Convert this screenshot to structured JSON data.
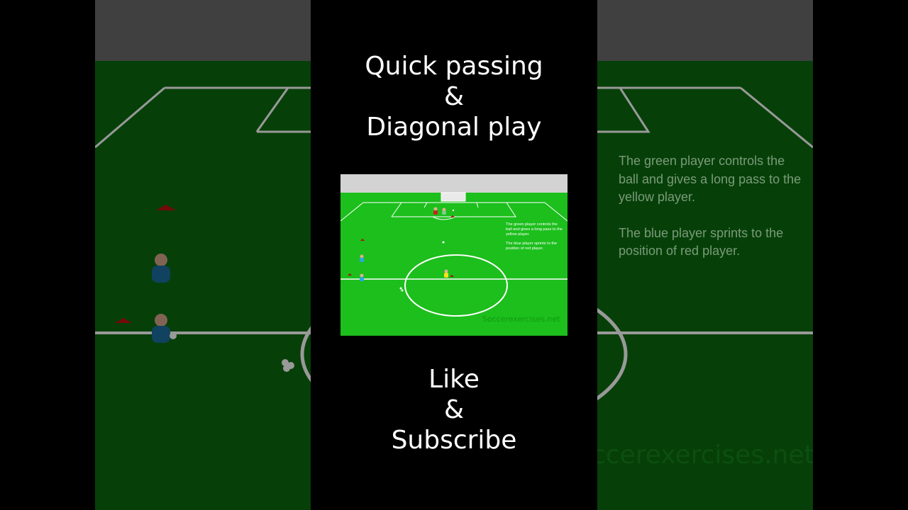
{
  "title": {
    "line1": "Quick passing",
    "line2": "&",
    "line3": "Diagonal play"
  },
  "drill": {
    "instructions": [
      "The green player controls the ball and gives a long pass to the yellow player.",
      "The blue player sprints to the position of red player."
    ],
    "watermark": "Soccerexercises.net"
  },
  "background": {
    "instructions": [
      "The green player controls the ball and gives a long pass to the yellow player.",
      "The blue player sprints to the position of red player."
    ],
    "watermark": "ccerexercises.net"
  },
  "cta": {
    "line1": "Like",
    "line2": "&",
    "line3": "Subscribe"
  },
  "colors": {
    "field": "#1cbf1c",
    "field_dim": "#0a6b0e",
    "sky": "#d3d3d3",
    "blue_player": "#29a9e0",
    "red_player": "#d11f1f",
    "yellow_player": "#f2e21b",
    "green_player": "#2ecc40"
  }
}
